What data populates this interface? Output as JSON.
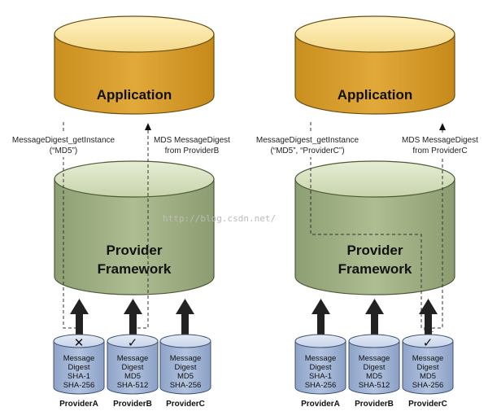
{
  "diagram": {
    "left": {
      "application": "Application",
      "framework_line1": "Provider",
      "framework_line2": "Framework",
      "call_line1": "MessageDigest_getInstance",
      "call_line2": "(“MD5”)",
      "return_line1": "MDS MessageDigest",
      "return_line2": "from ProviderB",
      "providers": [
        {
          "name": "ProviderA",
          "line1": "Message",
          "line2": "Digest",
          "line3": "SHA-1",
          "line4": "SHA-256",
          "mark": "✕"
        },
        {
          "name": "ProviderB",
          "line1": "Message",
          "line2": "Digest",
          "line3": "MD5",
          "line4": "SHA-512",
          "mark": "✓"
        },
        {
          "name": "ProviderC",
          "line1": "Message",
          "line2": "Digest",
          "line3": "MD5",
          "line4": "SHA-256",
          "mark": ""
        }
      ]
    },
    "right": {
      "application": "Application",
      "framework_line1": "Provider",
      "framework_line2": "Framework",
      "call_line1": "MessageDigest_getInstance",
      "call_line2": "(“MD5”, “ProviderC”)",
      "return_line1": "MDS MessageDigest",
      "return_line2": "from ProviderC",
      "providers": [
        {
          "name": "ProviderA",
          "line1": "Message",
          "line2": "Digest",
          "line3": "SHA-1",
          "line4": "SHA-256",
          "mark": ""
        },
        {
          "name": "ProviderB",
          "line1": "Message",
          "line2": "Digest",
          "line3": "MD5",
          "line4": "SHA-512",
          "mark": ""
        },
        {
          "name": "ProviderC",
          "line1": "Message",
          "line2": "Digest",
          "line3": "MD5",
          "line4": "SHA-256",
          "mark": "✓"
        }
      ]
    },
    "watermark": "http://blog.csdn.net/",
    "colors": {
      "application": "#e8b84a",
      "framework": "#b7c79a",
      "provider": "#aebfdc",
      "arrow": "#222222"
    }
  }
}
